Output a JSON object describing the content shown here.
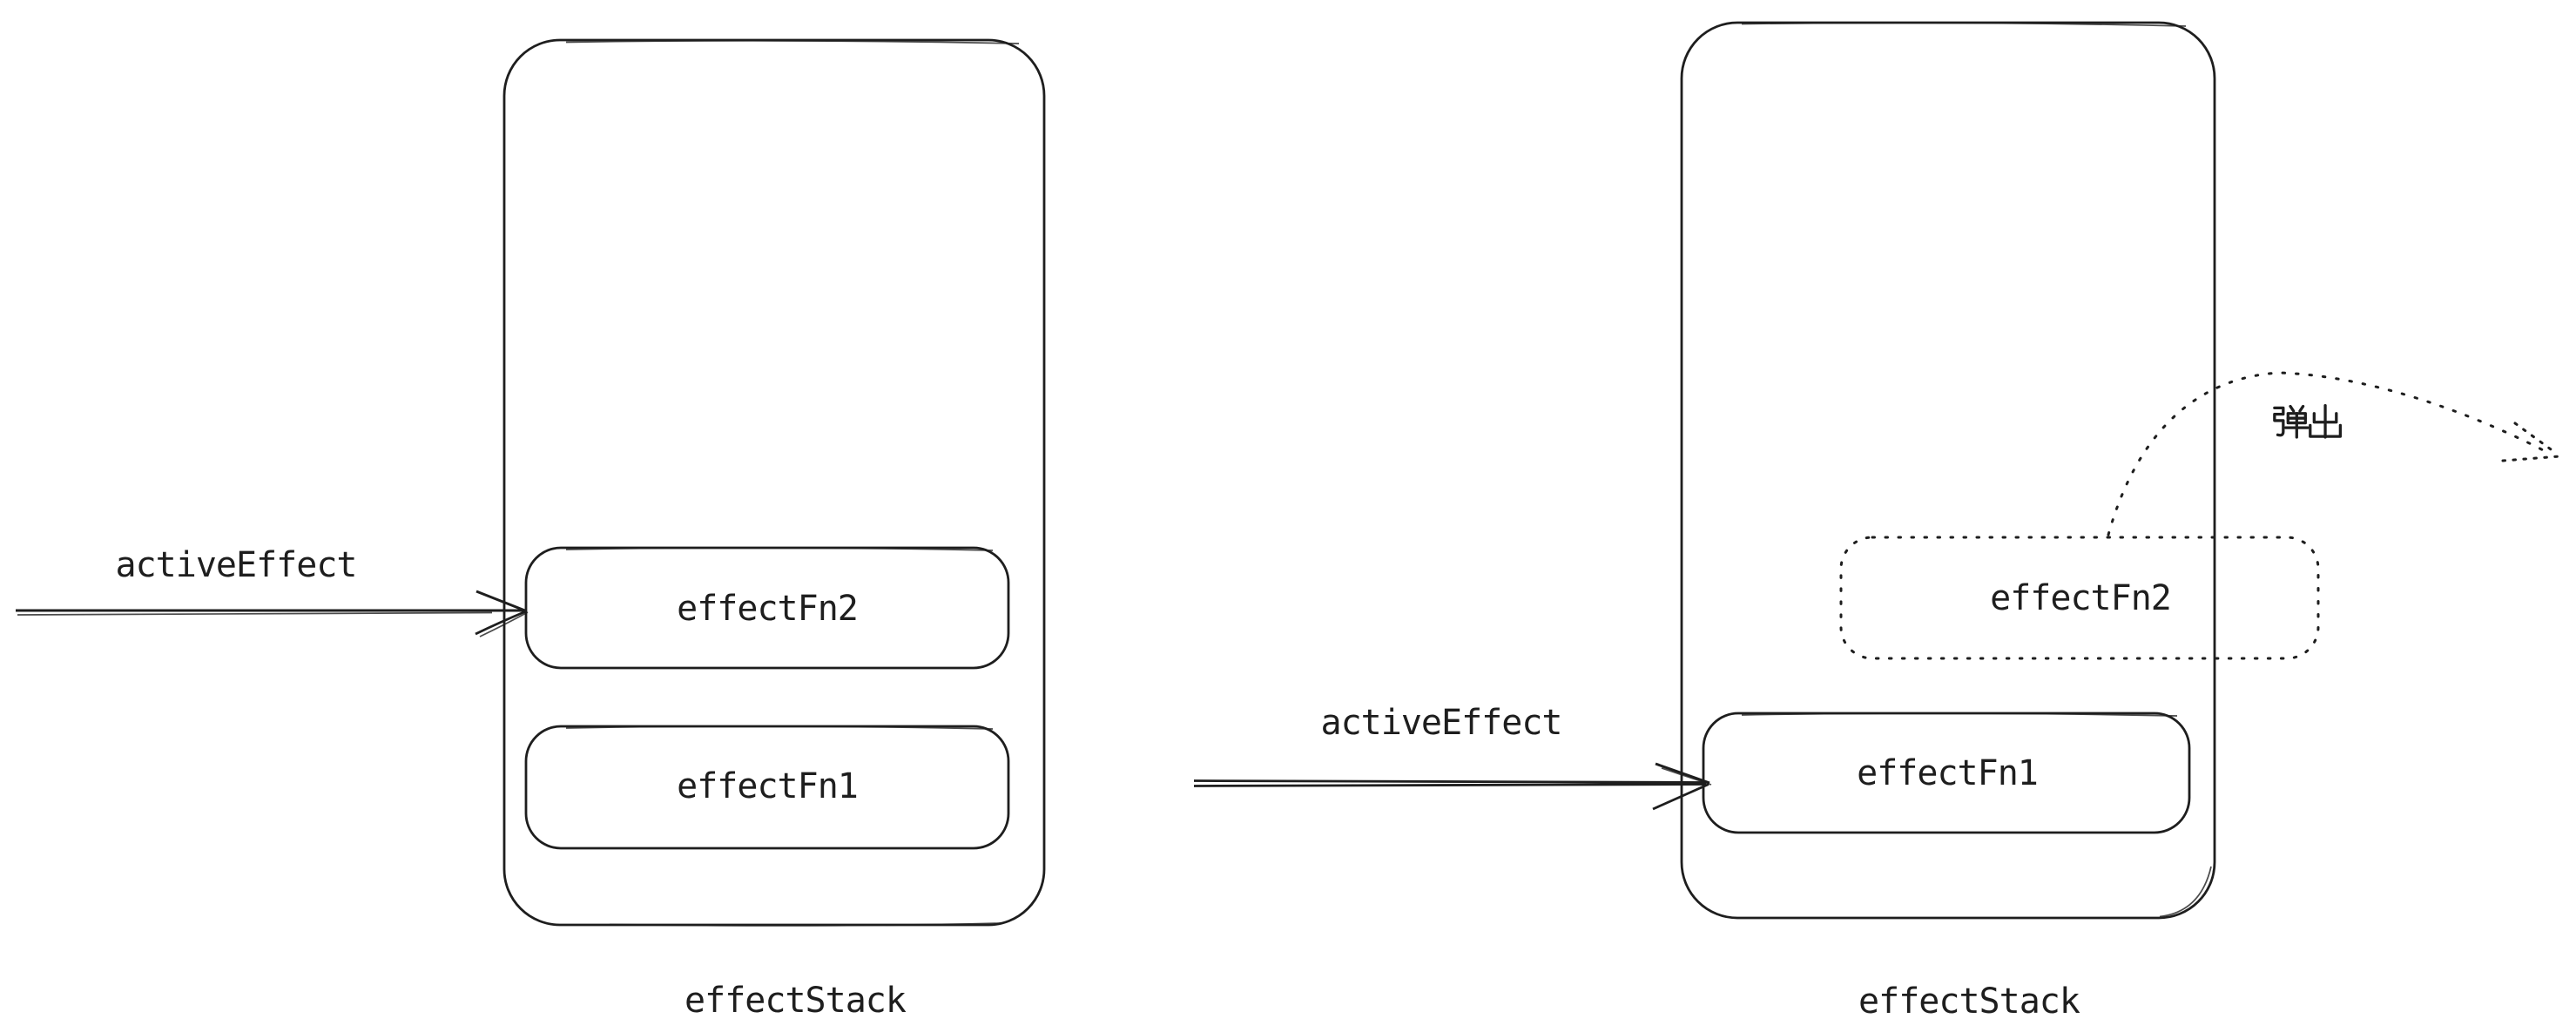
{
  "colors": {
    "ink": "#1e1e1e",
    "background": "#ffffff"
  },
  "diagram_left": {
    "pointer_label": "activeEffect",
    "container_label": "effectStack",
    "stack_items": [
      {
        "label": "effectFn2"
      },
      {
        "label": "effectFn1"
      }
    ]
  },
  "diagram_right": {
    "pointer_label": "activeEffect",
    "container_label": "effectStack",
    "popped_item": {
      "label": "effectFn2"
    },
    "pop_annotation": "弹出",
    "stack_items": [
      {
        "label": "effectFn1"
      }
    ]
  }
}
